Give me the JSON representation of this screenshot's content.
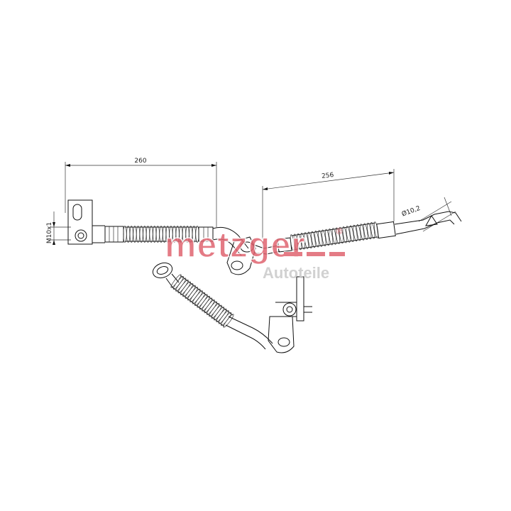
{
  "watermark": {
    "brand": "metzger",
    "subline": "Autoteile",
    "registered": "®",
    "color": "#e06470",
    "subline_color": "#c9c9c9"
  },
  "dimensions": {
    "length_top": "260",
    "length_right": "256",
    "thread": "M10x1",
    "diameter": "Ø10,2"
  },
  "colors": {
    "line": "#111111",
    "background": "#ffffff"
  }
}
